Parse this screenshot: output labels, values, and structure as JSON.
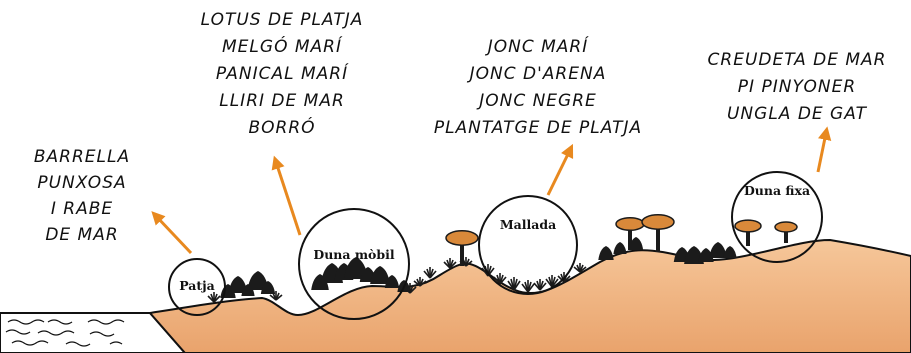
{
  "zones": {
    "patja": "Patja",
    "duna_mobil": "Duna mòbil",
    "mallada": "Mallada",
    "duna_fixa": "Duna fixa"
  },
  "plants": {
    "patja": [
      "BARRELLA",
      "PUNXOSA",
      "I RABE",
      "DE MAR"
    ],
    "duna_mobil": [
      "LOTUS DE PLATJA",
      "MELGÓ MARÍ",
      "PANICAL MARÍ",
      "LLIRI DE MAR",
      "BORRÓ"
    ],
    "mallada": [
      "JONC MARÍ",
      "JONC D'ARENA",
      "JONC NEGRE",
      "PLANTATGE DE PLATJA"
    ],
    "duna_fixa": [
      "CREUDETA DE MAR",
      "PI PINYONER",
      "UNGLA DE GAT"
    ]
  },
  "colors": {
    "sand_top": "#f6c79a",
    "sand_bottom": "#e9a36c",
    "arrow": "#e8891f",
    "vegetation": "#1b1b1b",
    "pine_canopy": "#d9893a"
  }
}
